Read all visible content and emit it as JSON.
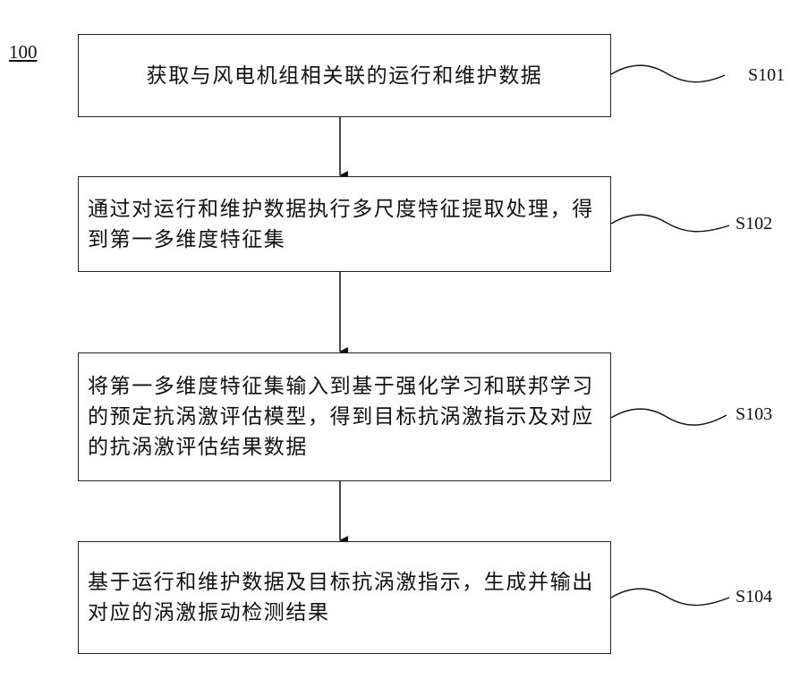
{
  "figure_label": "100",
  "steps": [
    {
      "id": "S101",
      "text": "获取与风电机组相关联的运行和维护数据"
    },
    {
      "id": "S102",
      "text": "通过对运行和维护数据执行多尺度特征提取处理，得到第一多维度特征集"
    },
    {
      "id": "S103",
      "text": "将第一多维度特征集输入到基于强化学习和联邦学习的预定抗涡激评估模型，得到目标抗涡激指示及对应的抗涡激评估结果数据"
    },
    {
      "id": "S104",
      "text": "基于运行和维护数据及目标抗涡激指示，生成并输出对应的涡激振动检测结果"
    }
  ]
}
